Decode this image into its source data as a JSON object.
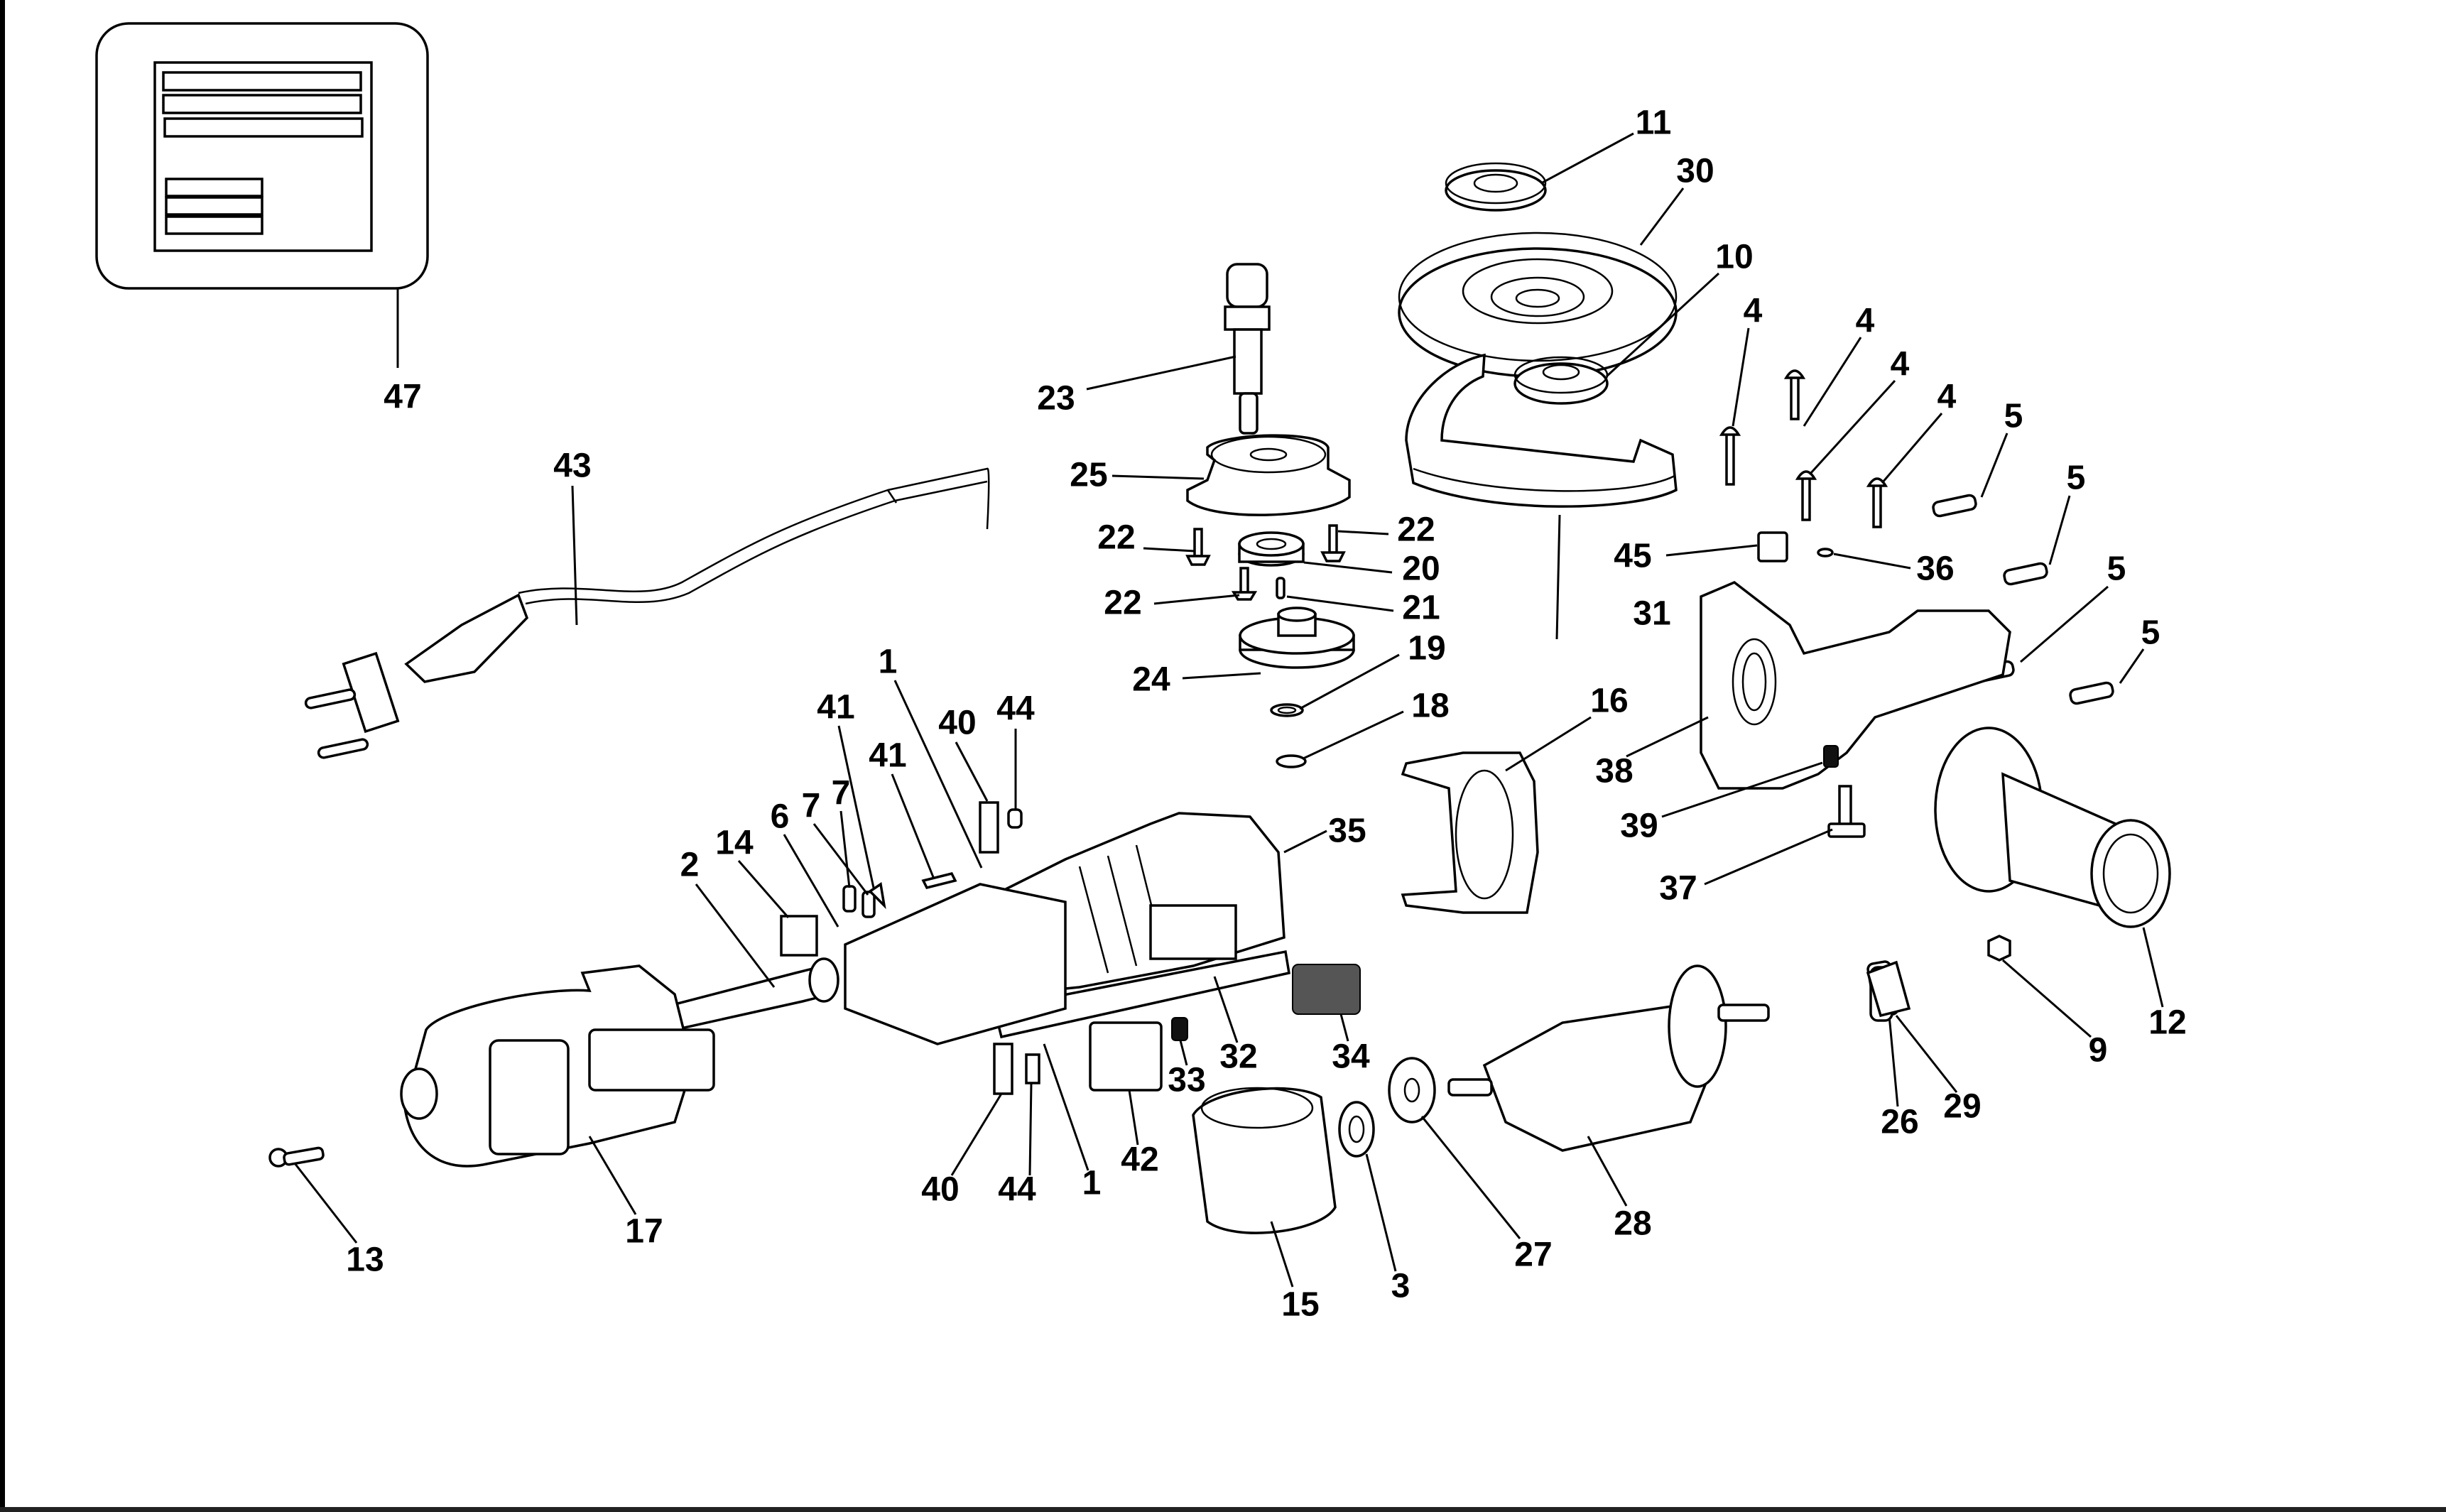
{
  "diagram": {
    "title": "Angle grinder exploded parts diagram",
    "labels": [
      {
        "id": "47",
        "part": "rating-plate-label"
      },
      {
        "id": "43",
        "part": "power-cord-plug"
      },
      {
        "id": "11",
        "part": "outer-flange"
      },
      {
        "id": "30",
        "part": "grinding-disc"
      },
      {
        "id": "10",
        "part": "inner-flange"
      },
      {
        "id": "23",
        "part": "spindle"
      },
      {
        "id": "25",
        "part": "gear-housing-cover"
      },
      {
        "id": "22",
        "part": "screw"
      },
      {
        "id": "22",
        "part": "screw"
      },
      {
        "id": "20",
        "part": "bearing"
      },
      {
        "id": "22",
        "part": "screw"
      },
      {
        "id": "21",
        "part": "key"
      },
      {
        "id": "24",
        "part": "bevel-gear"
      },
      {
        "id": "19",
        "part": "washer"
      },
      {
        "id": "18",
        "part": "circlip"
      },
      {
        "id": "16",
        "part": "guard-clamp"
      },
      {
        "id": "4",
        "part": "screw"
      },
      {
        "id": "4",
        "part": "screw"
      },
      {
        "id": "4",
        "part": "screw"
      },
      {
        "id": "4",
        "part": "screw"
      },
      {
        "id": "5",
        "part": "screw"
      },
      {
        "id": "5",
        "part": "screw"
      },
      {
        "id": "5",
        "part": "screw"
      },
      {
        "id": "5",
        "part": "screw"
      },
      {
        "id": "45",
        "part": "pad"
      },
      {
        "id": "36",
        "part": "spring-clip"
      },
      {
        "id": "31",
        "part": "gear-housing"
      },
      {
        "id": "38",
        "part": "spindle-lock-spring"
      },
      {
        "id": "39",
        "part": "spring"
      },
      {
        "id": "37",
        "part": "spindle-lock-pin"
      },
      {
        "id": "12",
        "part": "side-handle"
      },
      {
        "id": "9",
        "part": "nut"
      },
      {
        "id": "29",
        "part": "pinion"
      },
      {
        "id": "26",
        "part": "bearing"
      },
      {
        "id": "28",
        "part": "armature"
      },
      {
        "id": "27",
        "part": "bearing"
      },
      {
        "id": "3",
        "part": "bearing-sleeve"
      },
      {
        "id": "15",
        "part": "stator-field"
      },
      {
        "id": "35",
        "part": "motor-housing"
      },
      {
        "id": "34",
        "part": "switch-button"
      },
      {
        "id": "32",
        "part": "switch-slider"
      },
      {
        "id": "33",
        "part": "spring"
      },
      {
        "id": "42",
        "part": "switch"
      },
      {
        "id": "1",
        "part": "brush-holder"
      },
      {
        "id": "44",
        "part": "screw"
      },
      {
        "id": "40",
        "part": "carbon-brush"
      },
      {
        "id": "1",
        "part": "brush-holder"
      },
      {
        "id": "41",
        "part": "wire-connector"
      },
      {
        "id": "40",
        "part": "carbon-brush"
      },
      {
        "id": "44",
        "part": "screw"
      },
      {
        "id": "41",
        "part": "wire-connector"
      },
      {
        "id": "7",
        "part": "screw"
      },
      {
        "id": "7",
        "part": "screw"
      },
      {
        "id": "6",
        "part": "cord-clamp"
      },
      {
        "id": "14",
        "part": "suppressor"
      },
      {
        "id": "2",
        "part": "cord-guard"
      },
      {
        "id": "17",
        "part": "rear-cover"
      },
      {
        "id": "13",
        "part": "screw"
      }
    ]
  }
}
